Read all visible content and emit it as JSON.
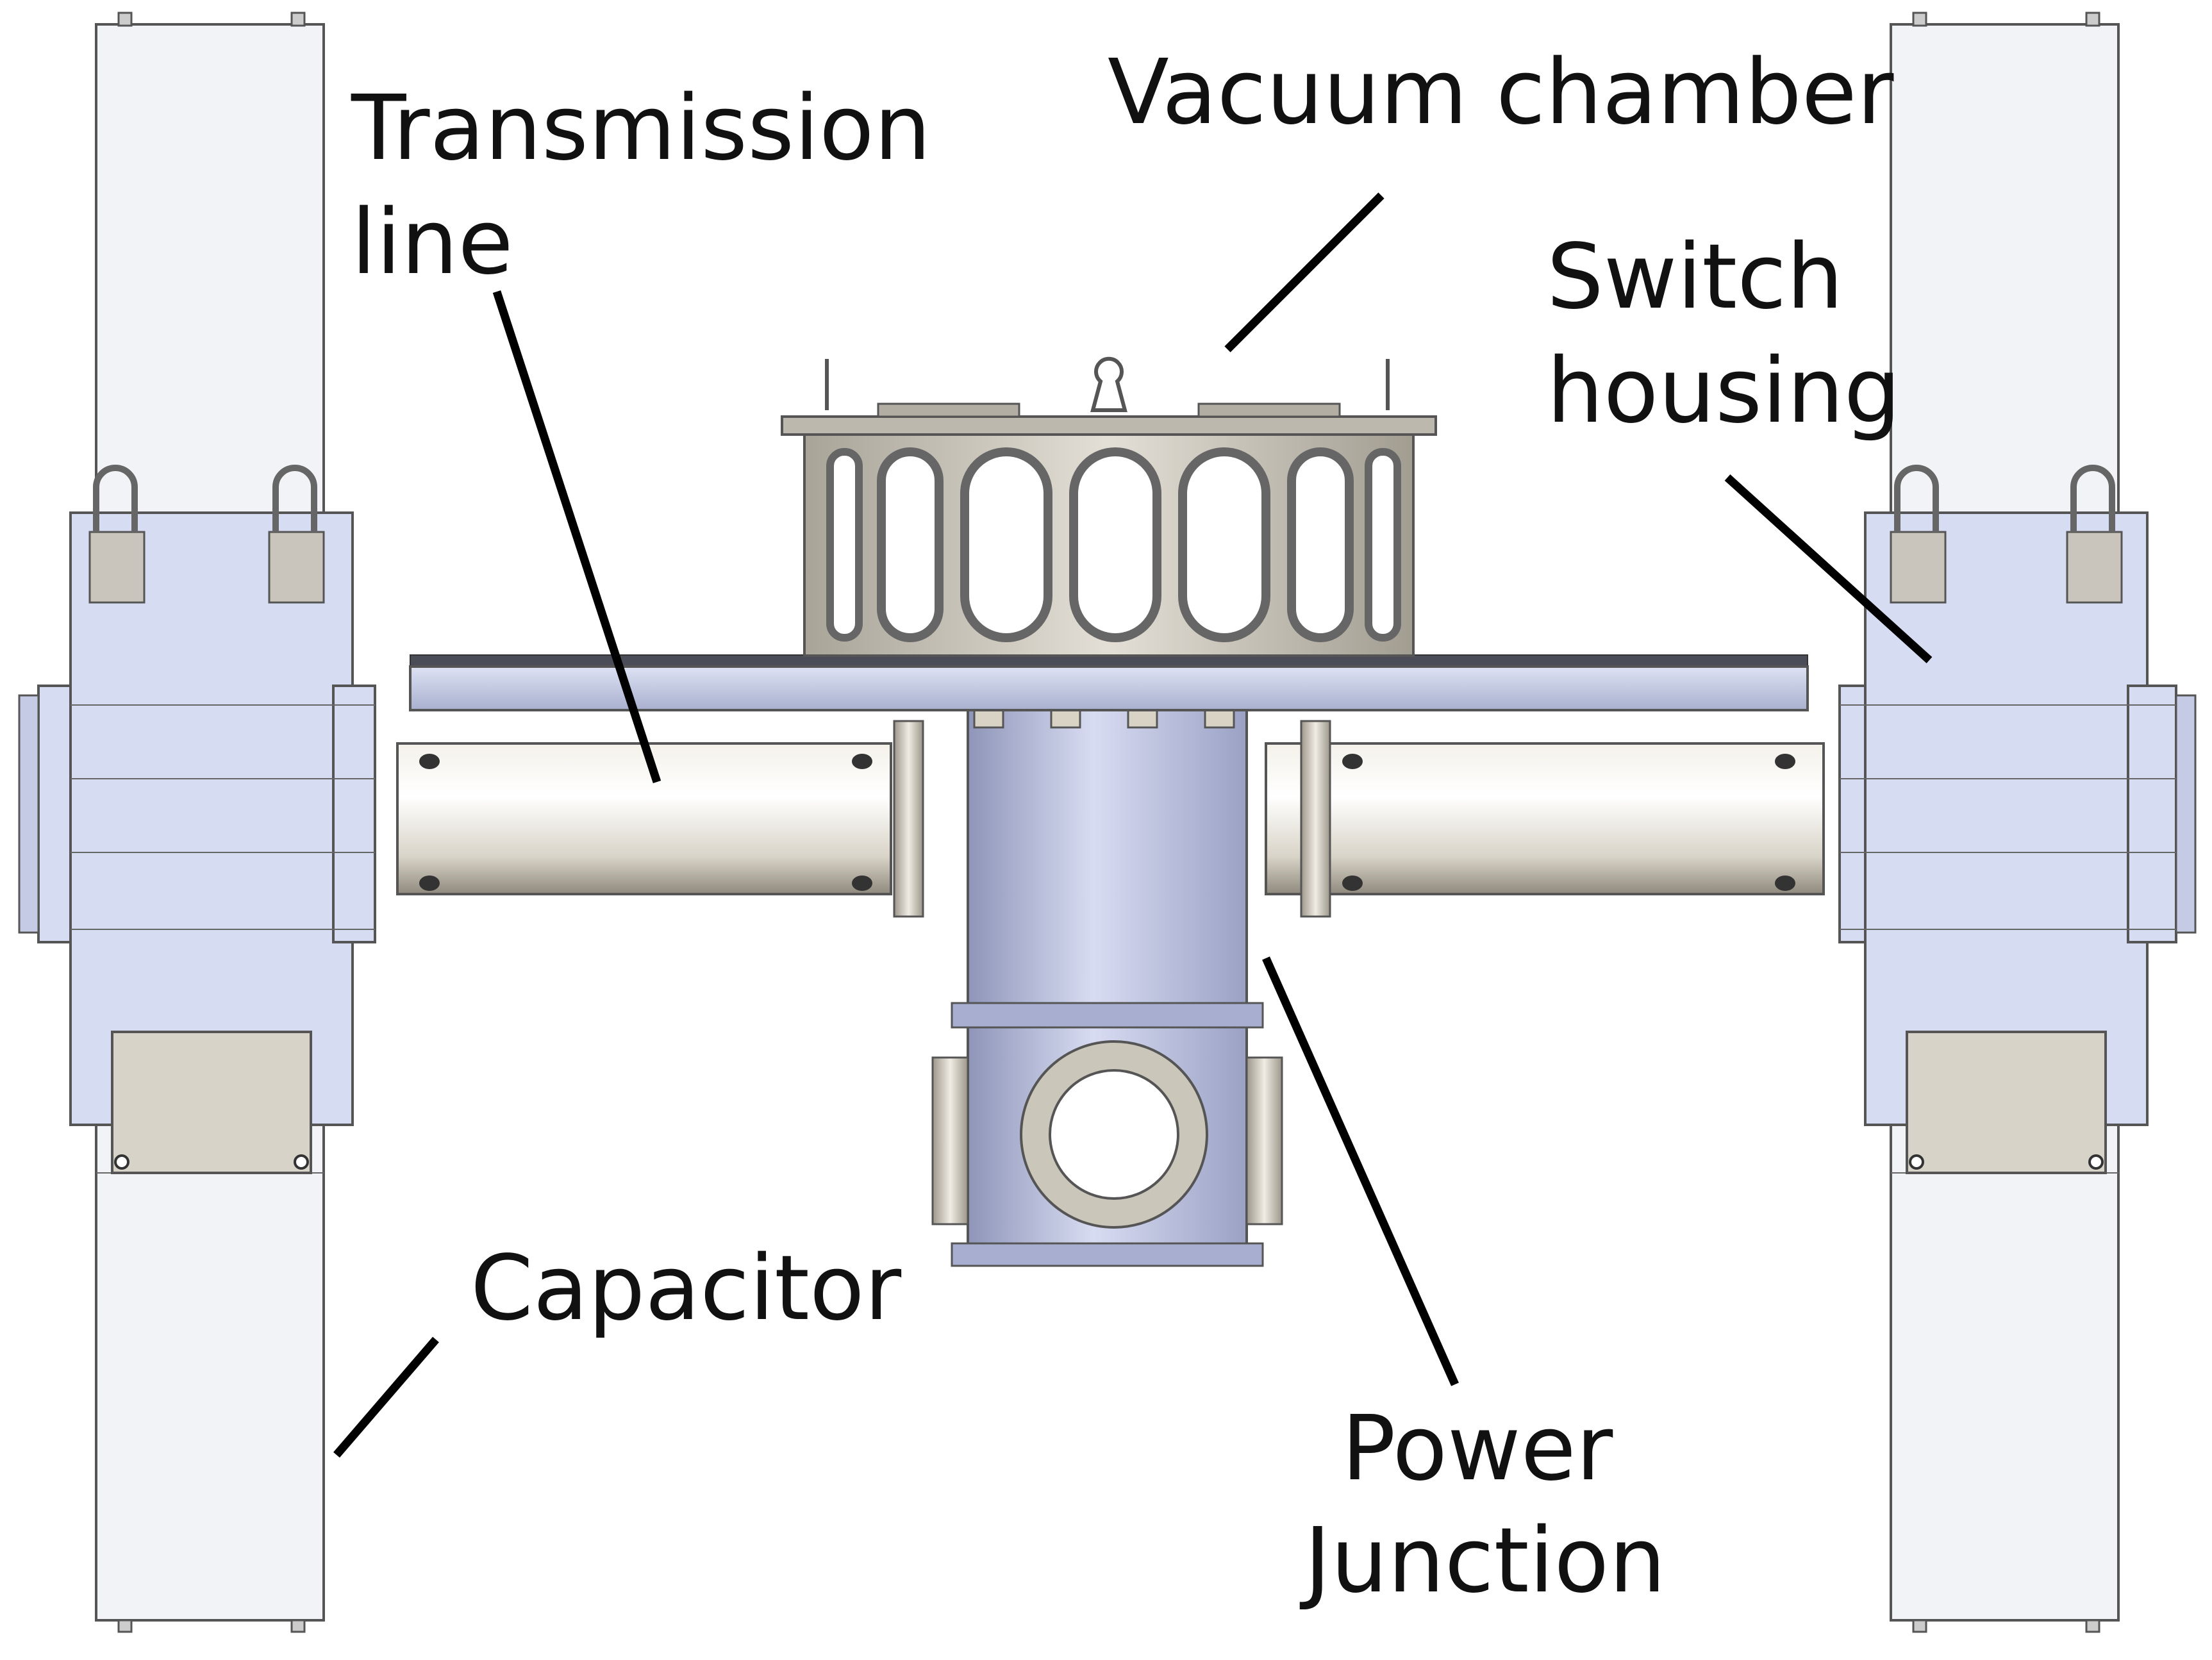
{
  "labels": {
    "transmission_line": [
      "Transmission",
      "line"
    ],
    "vacuum_chamber": "Vacuum chamber",
    "switch_housing": [
      "Switch",
      "housing"
    ],
    "capacitor": "Capacitor",
    "power_junction": [
      "Power",
      "Junction"
    ]
  },
  "colors": {
    "capacitor": "#f1f3f6",
    "switch_housing": "#d6dcf2",
    "plate": "#c9cfe6",
    "junction": "#b6bde0",
    "pipe": "#e4e0d6",
    "chamber": "#c8c2b6",
    "line": "#000000"
  }
}
